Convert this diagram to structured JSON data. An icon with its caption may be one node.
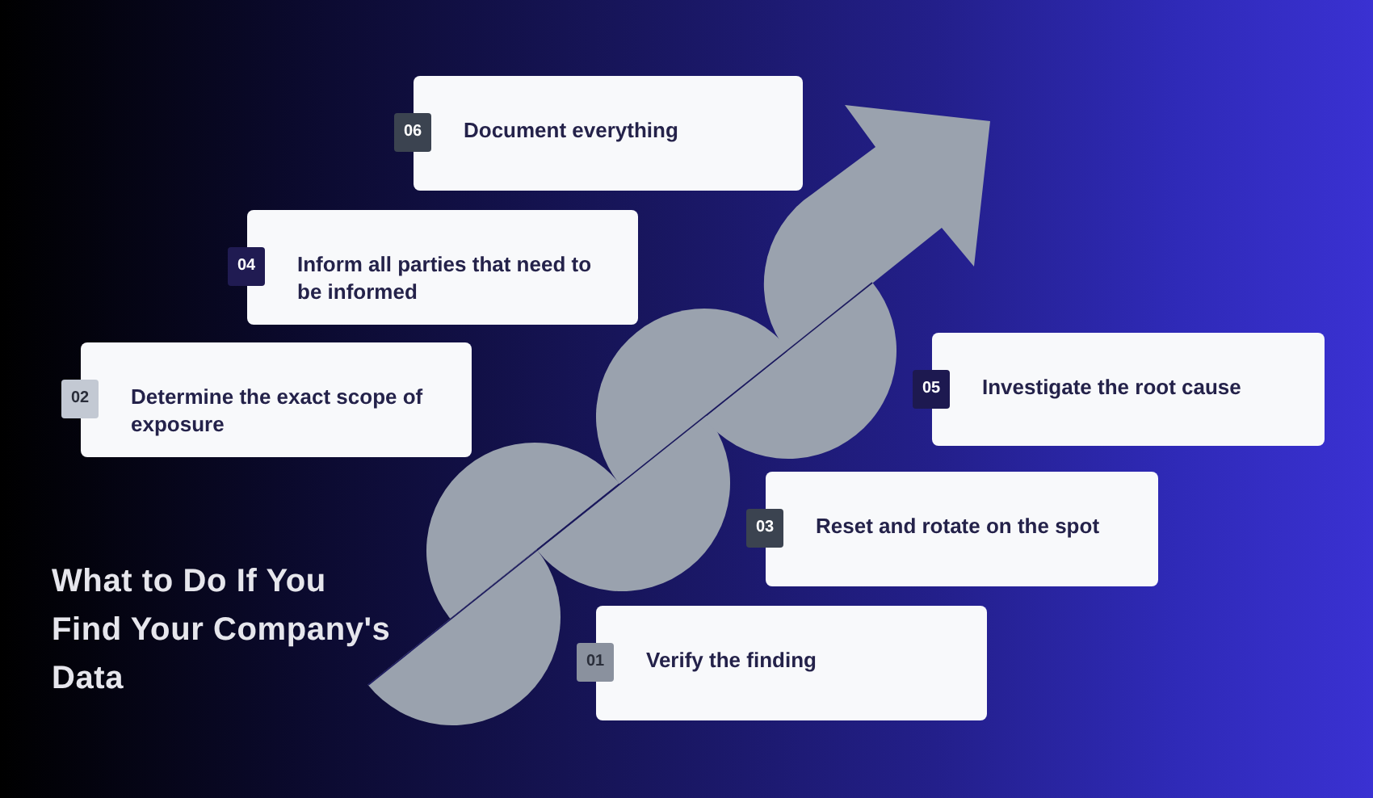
{
  "diagram": {
    "title": "What to Do If You Find Your Company's Data",
    "nodes": [
      {
        "text": [
          "01",
          "Verify the finding"
        ]
      },
      {
        "text": [
          "02",
          "Determine the exact scope of exposure"
        ]
      },
      {
        "text": [
          "03",
          "Reset and rotate on the spot"
        ]
      },
      {
        "text": [
          "04",
          "Inform all parties that need to be informed"
        ]
      },
      {
        "text": [
          "05",
          "Investigate the root cause"
        ]
      },
      {
        "text": [
          "06",
          "Document everything"
        ]
      }
    ]
  }
}
